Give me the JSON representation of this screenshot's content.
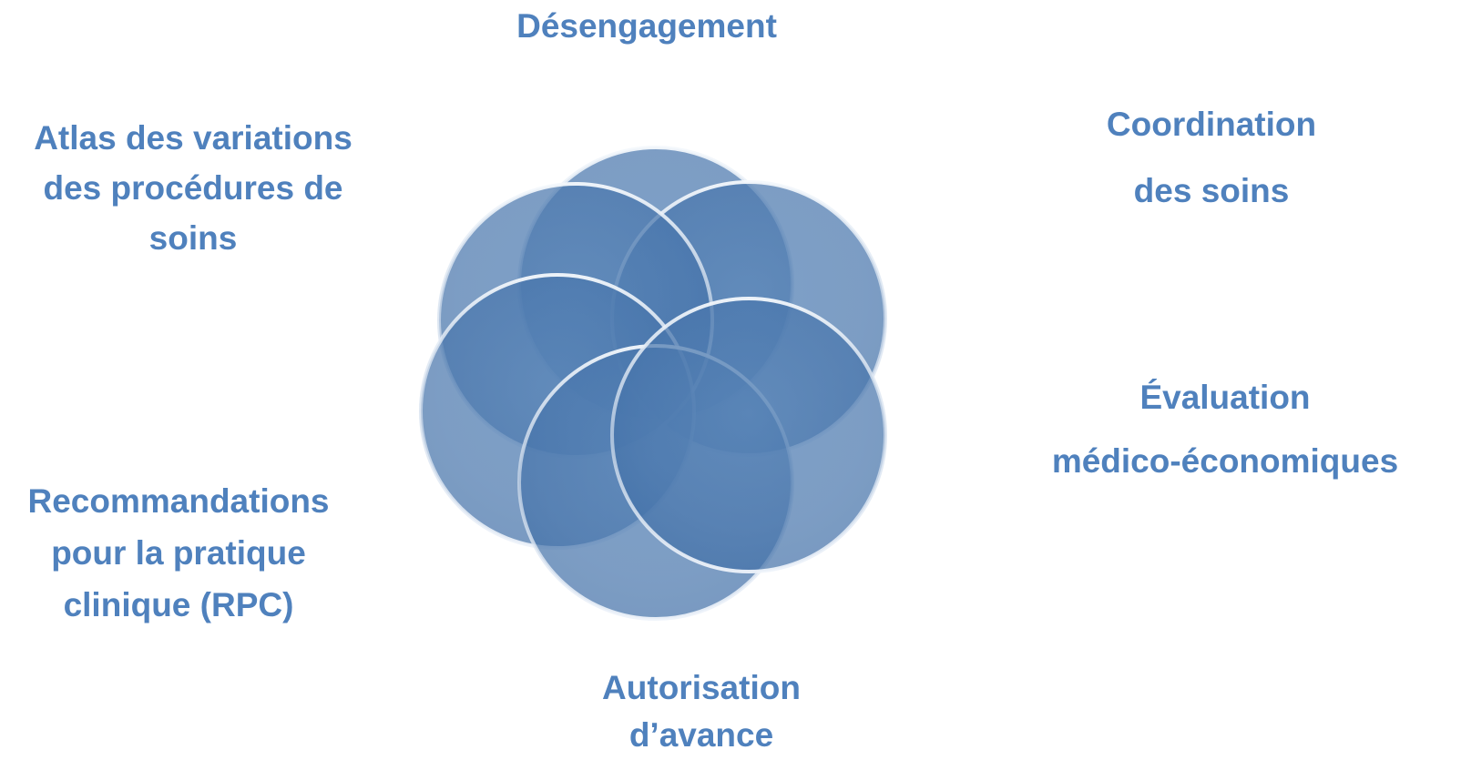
{
  "diagram": {
    "type": "overlapping-circles",
    "circle_count": 6,
    "colors": {
      "circle_fill": "#4f81bd",
      "circle_fill_dark": "#3a6aa6",
      "circle_rim": "#dbe6f2",
      "label_text": "#4f81bd"
    },
    "labels": {
      "desengagement": "Désengagement",
      "atlas": [
        "Atlas des variations",
        "des procédures de",
        "soins"
      ],
      "coordination": [
        "Coordination",
        "des soins"
      ],
      "evaluation": [
        "Évaluation",
        "médico-économiques"
      ],
      "recommandations": [
        "Recommandations",
        "pour la pratique",
        "clinique (RPC)"
      ],
      "autorisation": [
        "Autorisation",
        "d’avance"
      ]
    }
  }
}
